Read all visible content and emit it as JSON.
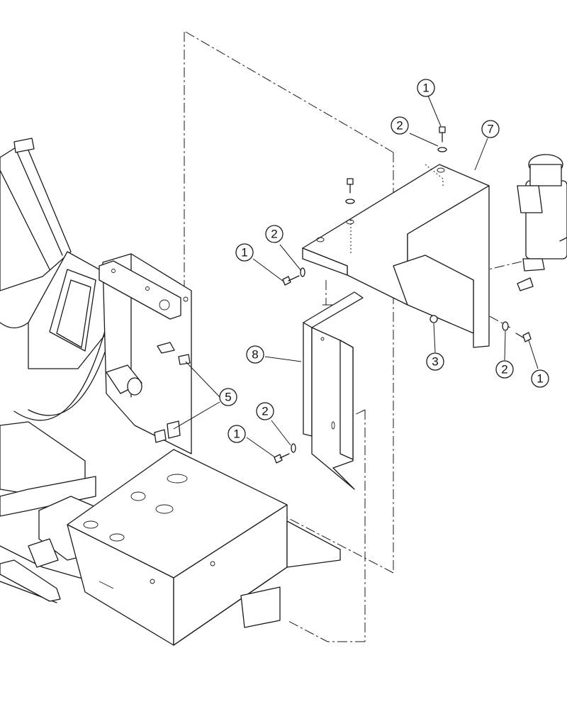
{
  "callouts": [
    {
      "id": "c1a",
      "label": "1"
    },
    {
      "id": "c2a",
      "label": "2"
    },
    {
      "id": "c7",
      "label": "7"
    },
    {
      "id": "c2b",
      "label": "2"
    },
    {
      "id": "c1b",
      "label": "1"
    },
    {
      "id": "c8",
      "label": "8"
    },
    {
      "id": "c5",
      "label": "5"
    },
    {
      "id": "c2c",
      "label": "2"
    },
    {
      "id": "c1c",
      "label": "1"
    },
    {
      "id": "c3",
      "label": "3"
    },
    {
      "id": "c2d",
      "label": "2"
    },
    {
      "id": "c1d",
      "label": "1"
    }
  ]
}
